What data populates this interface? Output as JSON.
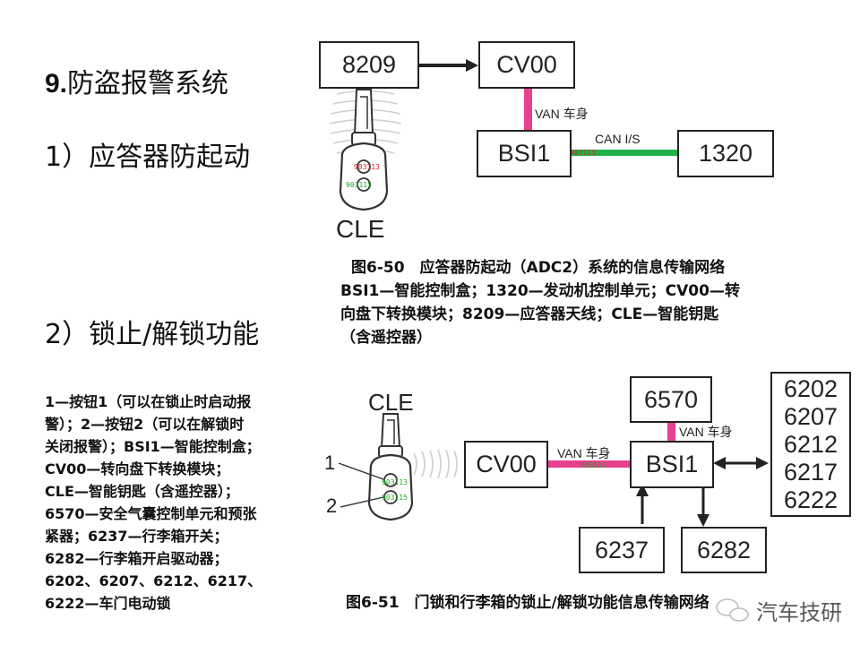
{
  "section": {
    "title_num": "9.",
    "title_text": "防盗报警系统",
    "sub1": "1）应答器防起动",
    "sub2": "2）锁止/解锁功能"
  },
  "fig1": {
    "boxes": {
      "antenna": "8209",
      "cv00": "CV00",
      "bsi1": "BSI1",
      "ecu": "1320"
    },
    "key_label": "CLE",
    "van_label": "VAN 车身",
    "can_label": "CAN I/S",
    "caption_line1": "图6-50　应答器防起动（ADC2）系统的信息传输网络",
    "caption_line2": "BSI1—智能控制盒；1320—发动机控制单元；CV00—转",
    "caption_line3": "向盘下转换模块；8209—应答器天线；CLE—智能钥匙",
    "caption_line4": "（含遥控器）",
    "key_marks": [
      "903113",
      "903115"
    ],
    "link_mark": "903113"
  },
  "fig2": {
    "boxes": {
      "airbag": "6570",
      "cv00": "CV00",
      "bsi1": "BSI1",
      "trunk_switch": "6237",
      "trunk_actuator": "6282"
    },
    "door_locks": [
      "6202",
      "6207",
      "6212",
      "6217",
      "6222"
    ],
    "key_label": "CLE",
    "button1": "1",
    "button2": "2",
    "van_label_top": "VAN 车身",
    "van_label_left": "VAN 车身",
    "caption": "图6-51　门锁和行李箱的锁止/解锁功能信息传输网络",
    "key_marks": [
      "903113",
      "903115"
    ],
    "link_mark": "903113"
  },
  "legend2": {
    "lines": [
      "1—按钮1（可以在锁止时启动报",
      "警）；2—按钮2（可以在解锁时",
      "关闭报警）；BSI1—智能控制盒；",
      "CV00—转向盘下转换模块；",
      "CLE—智能钥匙（含遥控器）；",
      "6570—安全气囊控制单元和预张",
      "紧器；6237—行李箱开关；",
      "6282—行李箱开启驱动器；",
      "6202、6207、6212、6217、",
      "6222—车门电动锁"
    ]
  },
  "watermark": {
    "text": "汽车技研"
  },
  "colors": {
    "van": "#e8408f",
    "can": "#22b04a",
    "line": "#222222",
    "wave": "#c9c9c9"
  }
}
